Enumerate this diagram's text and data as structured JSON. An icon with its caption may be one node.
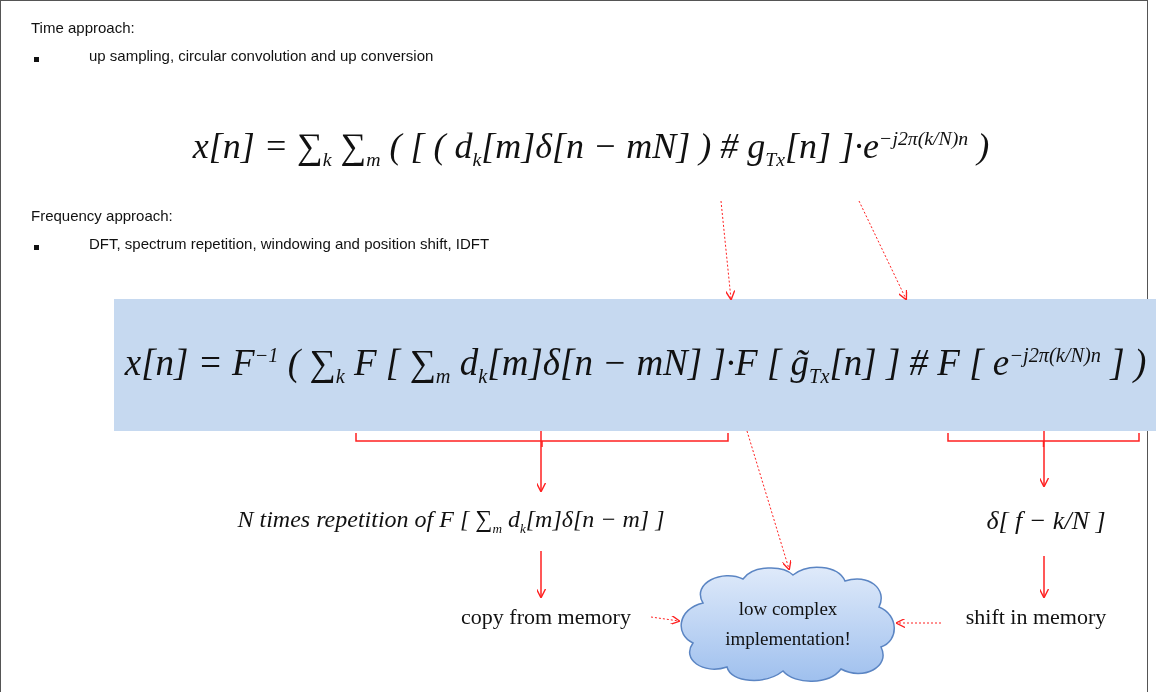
{
  "diagram": {
    "nodes": [
      {
        "text": [
          "x[n] = ∑$_{k}$ ∑$_{m}$ ( [ ( d$_{k}$[m]δ[n − mN] ) # g$_{Tx}$[n] ]·e$^{−j2π(k/N)n}$ )"
        ]
      },
      {
        "text": [
          "x[n] = F$^{−1}$ ( ∑$_{k}$ F [ ∑$_{m}$ d$_{k}$[m]δ[n − mN] ]·F [ g̃$_{Tx}$[n] ] # F [ e$^{−j2π(k/N)n}$ ] )"
        ]
      },
      {
        "text": [
          "N times repetition of F [ ∑$_{m}$ d$_{k}$[m]δ[n − m] ]"
        ]
      },
      {
        "text": [
          "δ[ f − k/N ]"
        ]
      },
      {
        "text": [
          "copy from memory"
        ]
      },
      {
        "text": [
          "shift in memory"
        ]
      },
      {
        "text": [
          "low complex implementation!"
        ]
      }
    ],
    "edges": [
      {
        "from": 0,
        "to": 1,
        "arrow": "to",
        "style": "dashed"
      },
      {
        "from": 0,
        "to": 1,
        "arrow": "to",
        "style": "dashed"
      },
      {
        "from": 1,
        "to": 6,
        "arrow": "to",
        "style": "dashed"
      },
      {
        "from": 1,
        "to": 2,
        "arrow": "to"
      },
      {
        "from": 1,
        "to": 3,
        "arrow": "to"
      },
      {
        "from": 2,
        "to": 4,
        "arrow": "to"
      },
      {
        "from": 3,
        "to": 5,
        "arrow": "to"
      },
      {
        "from": 4,
        "to": 6,
        "arrow": "to",
        "style": "dashed"
      },
      {
        "from": 5,
        "to": 6,
        "arrow": "to",
        "style": "dashed"
      }
    ],
    "labels": [
      "Time approach:",
      "up sampling, circular convolution and up conversion",
      "Frequency approach:",
      "DFT, spectrum repetition, windowing and position shift, IDFT"
    ]
  }
}
